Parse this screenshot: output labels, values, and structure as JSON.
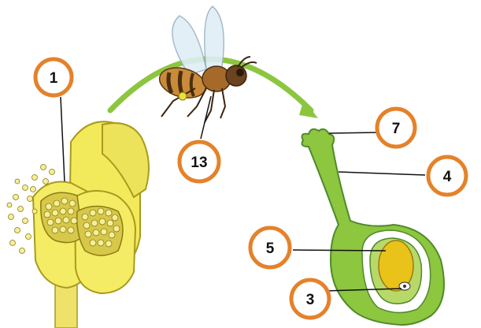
{
  "colors": {
    "label_ring": "#e4822a",
    "arrow": "#8cc63f",
    "pistil": "#8dc63f",
    "pistil_dark": "#4e8a2a",
    "anther": "#f2ea5a",
    "anther_dark": "#c9b52e",
    "pollen": "#f5ee9a",
    "ovule": "#e9c21a"
  },
  "icons": [
    "bee-icon",
    "anther-illustration",
    "pistil-illustration",
    "pollination-arrow"
  ],
  "labels": {
    "l1": "1",
    "l13": "13",
    "l7": "7",
    "l4": "4",
    "l5": "5",
    "l3": "3"
  }
}
